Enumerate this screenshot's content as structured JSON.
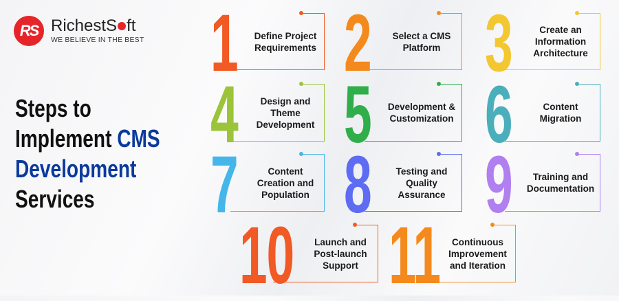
{
  "logo": {
    "mark": "RS",
    "brand_left": "RichestS",
    "brand_right": "ft",
    "tagline": "WE BELIEVE IN THE BEST"
  },
  "title": {
    "line1": "Steps to",
    "line2a": "Implement ",
    "line2b": "CMS",
    "line3": "Development",
    "line4": "Services"
  },
  "steps": [
    {
      "number": "1",
      "label": "Define Project Requirements",
      "color": "#f15a24"
    },
    {
      "number": "2",
      "label": "Select a CMS Platform",
      "color": "#f48a1d"
    },
    {
      "number": "3",
      "label": "Create an Information Architecture",
      "color": "#f3c731"
    },
    {
      "number": "4",
      "label": "Design and Theme Development",
      "color": "#9cc43a"
    },
    {
      "number": "5",
      "label": "Development & Customization",
      "color": "#2fae4a"
    },
    {
      "number": "6",
      "label": "Content Migration",
      "color": "#4aafbb"
    },
    {
      "number": "7",
      "label": "Content Creation and Population",
      "color": "#45b6ea"
    },
    {
      "number": "8",
      "label": "Testing and Quality Assurance",
      "color": "#5d6cf2"
    },
    {
      "number": "9",
      "label": "Training and Documentation",
      "color": "#b07ff0"
    },
    {
      "number": "10",
      "label": "Launch and Post-launch Support",
      "color": "#f15a24"
    },
    {
      "number": "11",
      "label": "Continuous Improvement and Iteration",
      "color": "#f48a1d"
    }
  ]
}
